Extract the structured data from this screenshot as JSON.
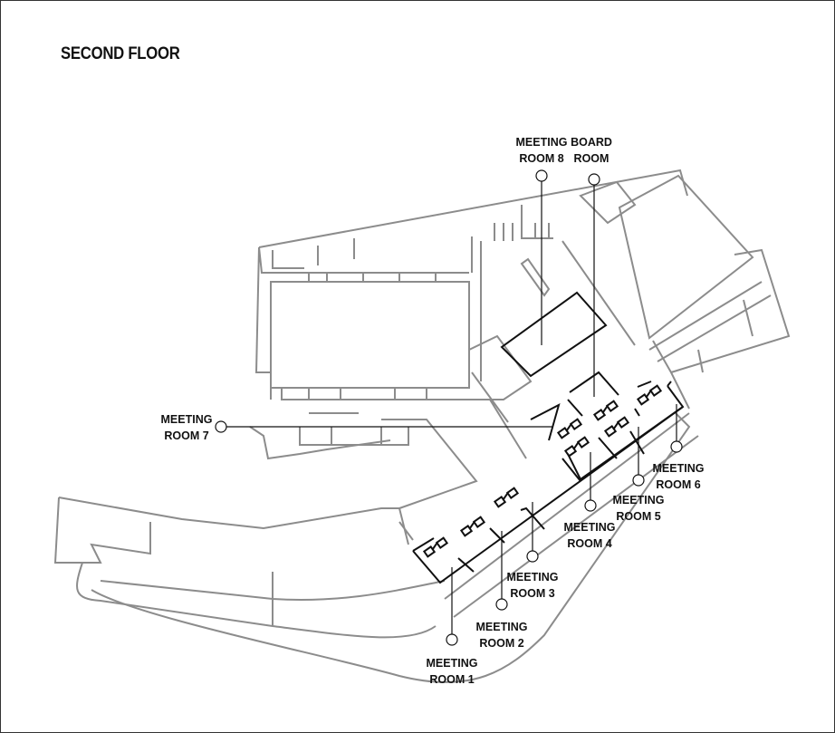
{
  "title": "SECOND FLOOR",
  "rooms": [
    {
      "id": "mr8",
      "line1": "MEETING",
      "line2": "ROOM 8"
    },
    {
      "id": "board",
      "line1": "BOARD",
      "line2": "ROOM"
    },
    {
      "id": "mr7",
      "line1": "MEETING",
      "line2": "ROOM 7"
    },
    {
      "id": "mr6",
      "line1": "MEETING",
      "line2": "ROOM 6"
    },
    {
      "id": "mr5",
      "line1": "MEETING",
      "line2": "ROOM 5"
    },
    {
      "id": "mr4",
      "line1": "MEETING",
      "line2": "ROOM 4"
    },
    {
      "id": "mr3",
      "line1": "MEETING",
      "line2": "ROOM 3"
    },
    {
      "id": "mr2",
      "line1": "MEETING",
      "line2": "ROOM 2"
    },
    {
      "id": "mr1",
      "line1": "MEETING",
      "line2": "ROOM 1"
    }
  ],
  "colors": {
    "walls": "#8c8c8c",
    "rooms": "#111111"
  }
}
